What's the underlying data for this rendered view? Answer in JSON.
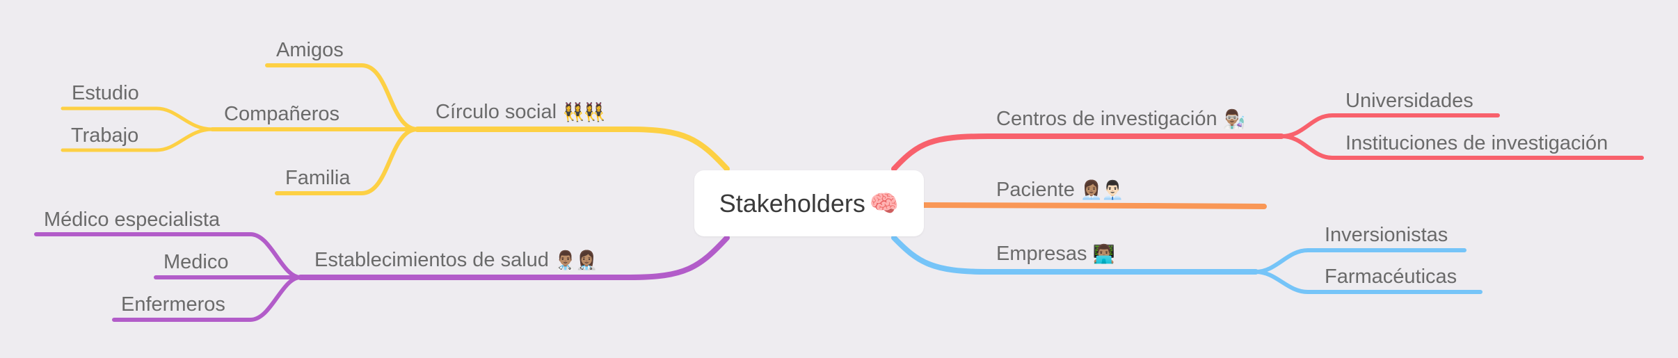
{
  "root": {
    "label": "Stakeholders",
    "emoji": "🧠"
  },
  "colors": {
    "social": "#fdd044",
    "health": "#b25cc9",
    "research": "#f8616c",
    "patient": "#f99756",
    "companies": "#75c4f8"
  },
  "branches": {
    "social": {
      "label": "Círculo social",
      "emoji": "👯‍♀️👯‍♀️",
      "children": {
        "amigos": "Amigos",
        "companeros": {
          "label": "Compañeros",
          "children": {
            "estudio": "Estudio",
            "trabajo": "Trabajo"
          }
        },
        "familia": "Familia"
      }
    },
    "health": {
      "label": "Establecimientos de salud",
      "emoji": "👨🏽‍⚕️👩🏽‍⚕️",
      "children": {
        "especialista": "Médico especialista",
        "medico": "Medico",
        "enfermeros": "Enfermeros"
      }
    },
    "research": {
      "label": "Centros de investigación",
      "emoji": "👨🏽‍🔬",
      "children": {
        "universidades": "Universidades",
        "instituciones": "Instituciones de investigación"
      }
    },
    "patient": {
      "label": "Paciente",
      "emoji": "👩🏽‍💼👨🏻‍💼"
    },
    "companies": {
      "label": "Empresas",
      "emoji": "👨🏽‍💻",
      "children": {
        "inversionistas": "Inversionistas",
        "farmaceuticas": "Farmacéuticas"
      }
    }
  }
}
